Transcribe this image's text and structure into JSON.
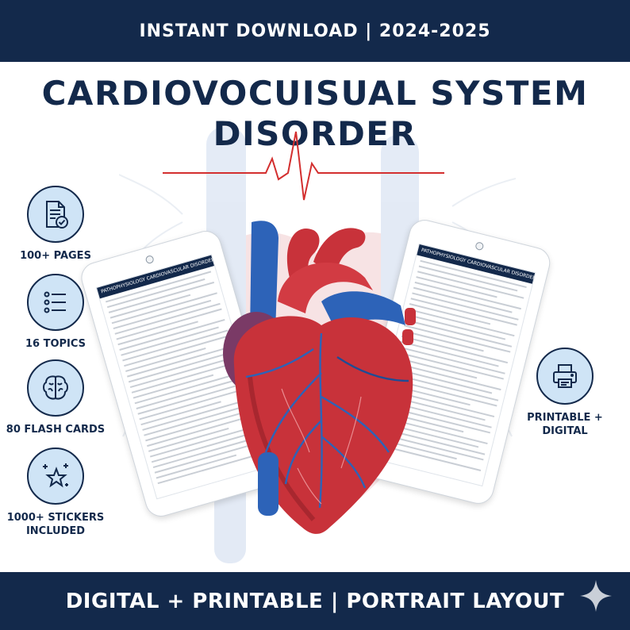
{
  "banner": {
    "top": "INSTANT DOWNLOAD | 2024-2025",
    "bottom": "DIGITAL + PRINTABLE | PORTRAIT LAYOUT"
  },
  "title": {
    "line1": "CARDIOVOCUISUAL SYSTEM",
    "line2": "DISORDER"
  },
  "features": [
    {
      "label": "100+ PAGES",
      "icon": "document-check-icon"
    },
    {
      "label": "16 TOPICS",
      "icon": "list-icon"
    },
    {
      "label": "80 FLASH CARDS",
      "icon": "brain-icon"
    },
    {
      "label": "1000+ STICKERS INCLUDED",
      "icon": "sparkle-star-icon"
    },
    {
      "label": "PRINTABLE + DIGITAL",
      "icon": "printer-icon"
    }
  ],
  "tablets": [
    {
      "header": "PATHOPHYSIOLOGY CARDIOVASCULAR DISORDERS"
    },
    {
      "header": "PATHOPHYSIOLOGY CARDIOVASCULAR DISORDERS"
    }
  ],
  "colors": {
    "navy": "#13294b",
    "heart_red": "#c8323a",
    "vessel_blue": "#2d63b8",
    "icon_fill": "#cfe4f6"
  }
}
